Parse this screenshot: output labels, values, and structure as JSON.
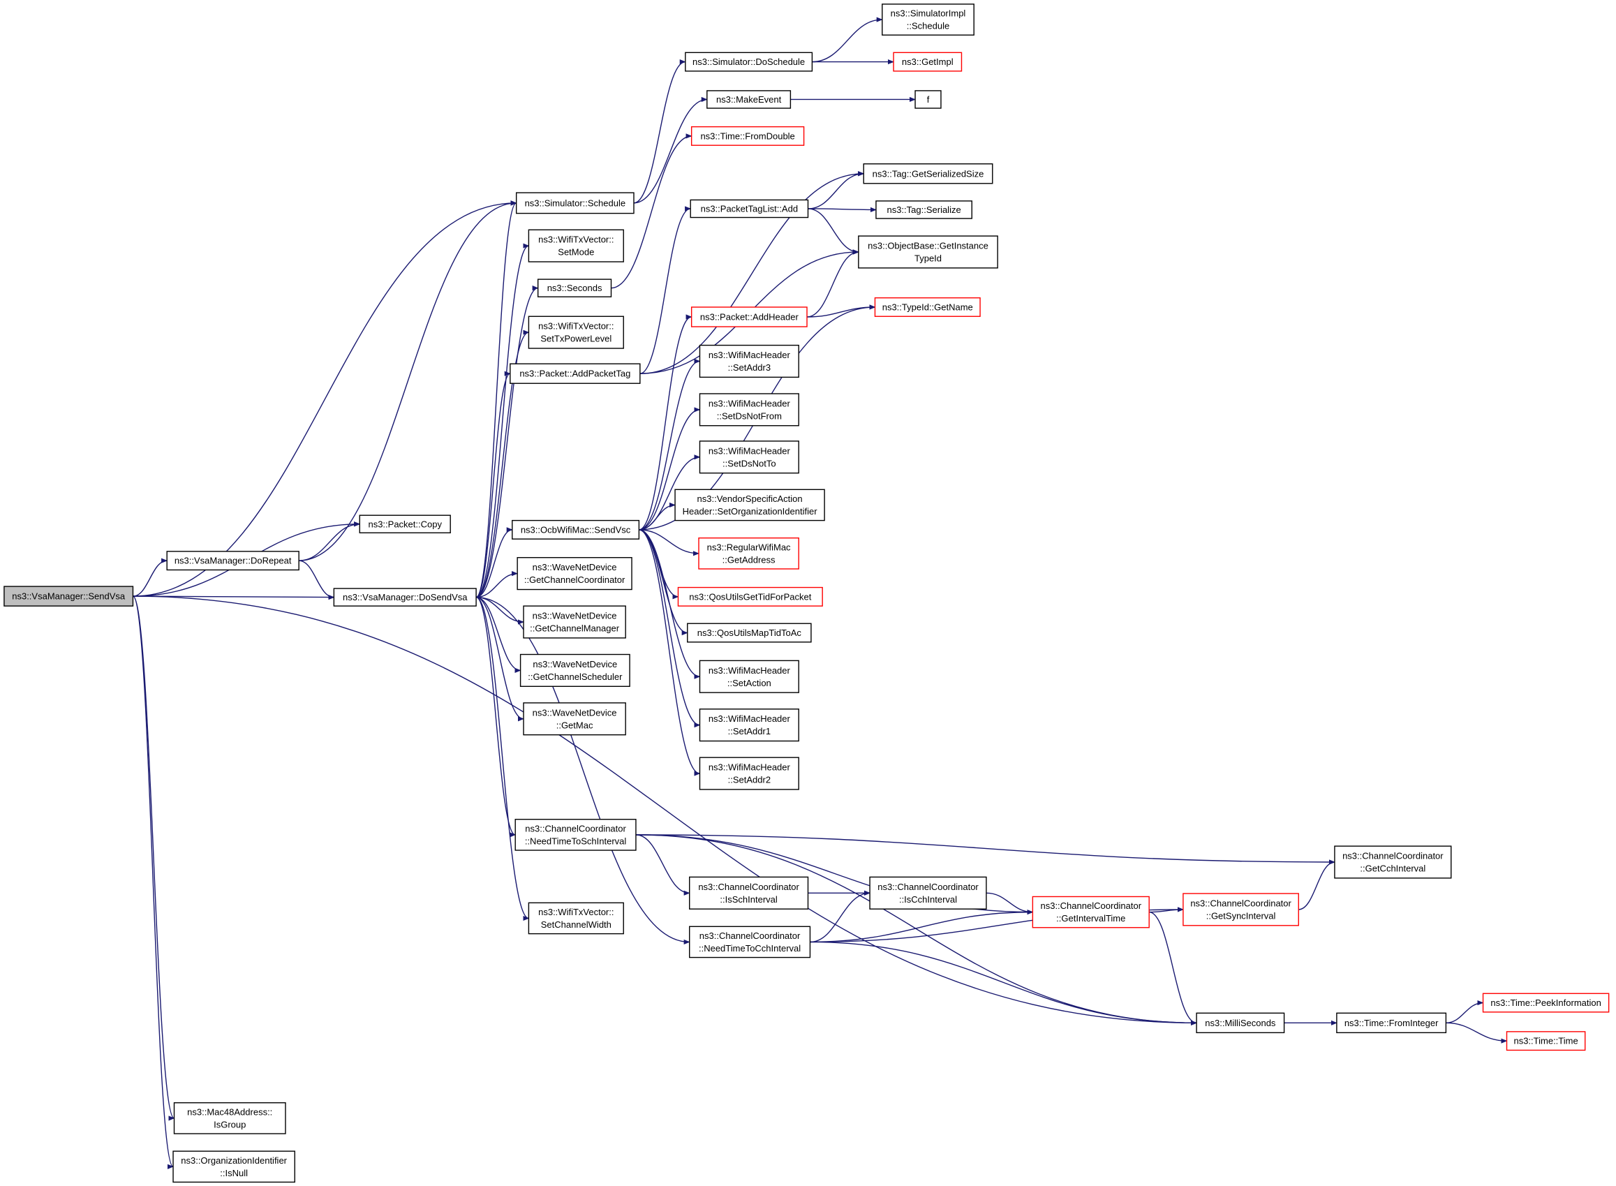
{
  "colors": {
    "edge": "#191970",
    "box_border": "#000000",
    "box_border_truncated": "#ff0000",
    "root_fill": "#bfbfbf",
    "box_fill": "#ffffff"
  },
  "nodes": {
    "sendvsa": {
      "lines": [
        "ns3::VsaManager::SendVsa"
      ],
      "root": true
    },
    "dorepeat": {
      "lines": [
        "ns3::VsaManager::DoRepeat"
      ]
    },
    "dosendvsa": {
      "lines": [
        "ns3::VsaManager::DoSendVsa"
      ]
    },
    "packet_copy": {
      "lines": [
        "ns3::Packet::Copy"
      ]
    },
    "mac48_isgroup": {
      "lines": [
        "ns3::Mac48Address::",
        "IsGroup"
      ]
    },
    "orgid_isnull": {
      "lines": [
        "ns3::OrganizationIdentifier",
        "::IsNull"
      ]
    },
    "sim_schedule": {
      "lines": [
        "ns3::Simulator::Schedule"
      ]
    },
    "wtx_setmode": {
      "lines": [
        "ns3::WifiTxVector::",
        "SetMode"
      ]
    },
    "seconds": {
      "lines": [
        "ns3::Seconds"
      ]
    },
    "wtx_settxpower": {
      "lines": [
        "ns3::WifiTxVector::",
        "SetTxPowerLevel"
      ]
    },
    "packet_addpackettag": {
      "lines": [
        "ns3::Packet::AddPacketTag"
      ]
    },
    "ocb_sendvsc": {
      "lines": [
        "ns3::OcbWifiMac::SendVsc"
      ]
    },
    "wnd_getchcoord": {
      "lines": [
        "ns3::WaveNetDevice",
        "::GetChannelCoordinator"
      ]
    },
    "wnd_getchmgr": {
      "lines": [
        "ns3::WaveNetDevice",
        "::GetChannelManager"
      ]
    },
    "wnd_getchsched": {
      "lines": [
        "ns3::WaveNetDevice",
        "::GetChannelScheduler"
      ]
    },
    "wnd_getmac": {
      "lines": [
        "ns3::WaveNetDevice",
        "::GetMac"
      ]
    },
    "cc_needtimetosch": {
      "lines": [
        "ns3::ChannelCoordinator",
        "::NeedTimeToSchInterval"
      ]
    },
    "wtx_setchwidth": {
      "lines": [
        "ns3::WifiTxVector::",
        "SetChannelWidth"
      ]
    },
    "sim_doschedule": {
      "lines": [
        "ns3::Simulator::DoSchedule"
      ]
    },
    "makeevent": {
      "lines": [
        "ns3::MakeEvent"
      ]
    },
    "time_fromdouble": {
      "lines": [
        "ns3::Time::FromDouble"
      ],
      "truncated": true
    },
    "ptl_add": {
      "lines": [
        "ns3::PacketTagList::Add"
      ]
    },
    "packet_addheader": {
      "lines": [
        "ns3::Packet::AddHeader"
      ],
      "truncated": true
    },
    "wmh_setaddr3": {
      "lines": [
        "ns3::WifiMacHeader",
        "::SetAddr3"
      ]
    },
    "wmh_setdsnotfrom": {
      "lines": [
        "ns3::WifiMacHeader",
        "::SetDsNotFrom"
      ]
    },
    "wmh_setdsnotto": {
      "lines": [
        "ns3::WifiMacHeader",
        "::SetDsNotTo"
      ]
    },
    "vsah_setorgid": {
      "lines": [
        "ns3::VendorSpecificAction",
        "Header::SetOrganizationIdentifier"
      ]
    },
    "rwm_getaddress": {
      "lines": [
        "ns3::RegularWifiMac",
        "::GetAddress"
      ],
      "truncated": true
    },
    "qos_gettid": {
      "lines": [
        "ns3::QosUtilsGetTidForPacket"
      ],
      "truncated": true
    },
    "qos_maptid": {
      "lines": [
        "ns3::QosUtilsMapTidToAc"
      ]
    },
    "wmh_setaction": {
      "lines": [
        "ns3::WifiMacHeader",
        "::SetAction"
      ]
    },
    "wmh_setaddr1": {
      "lines": [
        "ns3::WifiMacHeader",
        "::SetAddr1"
      ]
    },
    "wmh_setaddr2": {
      "lines": [
        "ns3::WifiMacHeader",
        "::SetAddr2"
      ]
    },
    "cc_isschinterval": {
      "lines": [
        "ns3::ChannelCoordinator",
        "::IsSchInterval"
      ]
    },
    "cc_needtimetocch": {
      "lines": [
        "ns3::ChannelCoordinator",
        "::NeedTimeToCchInterval"
      ]
    },
    "simimpl_schedule": {
      "lines": [
        "ns3::SimulatorImpl",
        "::Schedule"
      ]
    },
    "getimpl": {
      "lines": [
        "ns3::GetImpl"
      ],
      "truncated": true
    },
    "f": {
      "lines": [
        "f"
      ]
    },
    "tag_getserializedsize": {
      "lines": [
        "ns3::Tag::GetSerializedSize"
      ]
    },
    "tag_serialize": {
      "lines": [
        "ns3::Tag::Serialize"
      ]
    },
    "objbase_getinstancetypeid": {
      "lines": [
        "ns3::ObjectBase::GetInstance",
        "TypeId"
      ]
    },
    "typeid_getname": {
      "lines": [
        "ns3::TypeId::GetName"
      ],
      "truncated": true
    },
    "cc_iscchinterval": {
      "lines": [
        "ns3::ChannelCoordinator",
        "::IsCchInterval"
      ]
    },
    "cc_getintervaltime": {
      "lines": [
        "ns3::ChannelCoordinator",
        "::GetIntervalTime"
      ],
      "truncated": true
    },
    "cc_getsyncinterval": {
      "lines": [
        "ns3::ChannelCoordinator",
        "::GetSyncInterval"
      ],
      "truncated": true
    },
    "cc_getcchinterval": {
      "lines": [
        "ns3::ChannelCoordinator",
        "::GetCchInterval"
      ]
    },
    "milliseconds": {
      "lines": [
        "ns3::MilliSeconds"
      ]
    },
    "time_frominteger": {
      "lines": [
        "ns3::Time::FromInteger"
      ]
    },
    "time_peekinformation": {
      "lines": [
        "ns3::Time::PeekInformation"
      ],
      "truncated": true
    },
    "time_time": {
      "lines": [
        "ns3::Time::Time"
      ],
      "truncated": true
    }
  },
  "edges": [
    [
      "sendvsa",
      "sim_schedule"
    ],
    [
      "sendvsa",
      "packet_copy"
    ],
    [
      "sendvsa",
      "dorepeat"
    ],
    [
      "sendvsa",
      "dosendvsa"
    ],
    [
      "sendvsa",
      "milliseconds"
    ],
    [
      "sendvsa",
      "mac48_isgroup"
    ],
    [
      "sendvsa",
      "orgid_isnull"
    ],
    [
      "dorepeat",
      "packet_copy"
    ],
    [
      "dorepeat",
      "sim_schedule"
    ],
    [
      "dorepeat",
      "dosendvsa"
    ],
    [
      "dosendvsa",
      "sim_schedule"
    ],
    [
      "dosendvsa",
      "wtx_setmode"
    ],
    [
      "dosendvsa",
      "seconds"
    ],
    [
      "dosendvsa",
      "wtx_settxpower"
    ],
    [
      "dosendvsa",
      "packet_addpackettag"
    ],
    [
      "dosendvsa",
      "ocb_sendvsc"
    ],
    [
      "dosendvsa",
      "wnd_getchcoord"
    ],
    [
      "dosendvsa",
      "wnd_getchmgr"
    ],
    [
      "dosendvsa",
      "wnd_getchsched"
    ],
    [
      "dosendvsa",
      "wnd_getmac"
    ],
    [
      "dosendvsa",
      "cc_needtimetosch"
    ],
    [
      "dosendvsa",
      "wtx_setchwidth"
    ],
    [
      "dosendvsa",
      "cc_needtimetocch"
    ],
    [
      "sim_schedule",
      "sim_doschedule"
    ],
    [
      "sim_schedule",
      "makeevent"
    ],
    [
      "sim_doschedule",
      "simimpl_schedule"
    ],
    [
      "sim_doschedule",
      "getimpl"
    ],
    [
      "makeevent",
      "f"
    ],
    [
      "seconds",
      "time_fromdouble"
    ],
    [
      "packet_addpackettag",
      "ptl_add"
    ],
    [
      "packet_addpackettag",
      "tag_getserializedsize"
    ],
    [
      "packet_addpackettag",
      "objbase_getinstancetypeid"
    ],
    [
      "ptl_add",
      "tag_getserializedsize"
    ],
    [
      "ptl_add",
      "tag_serialize"
    ],
    [
      "ptl_add",
      "objbase_getinstancetypeid"
    ],
    [
      "packet_addheader",
      "objbase_getinstancetypeid"
    ],
    [
      "packet_addheader",
      "typeid_getname"
    ],
    [
      "ocb_sendvsc",
      "packet_addheader"
    ],
    [
      "ocb_sendvsc",
      "typeid_getname"
    ],
    [
      "ocb_sendvsc",
      "wmh_setaddr3"
    ],
    [
      "ocb_sendvsc",
      "wmh_setdsnotfrom"
    ],
    [
      "ocb_sendvsc",
      "wmh_setdsnotto"
    ],
    [
      "ocb_sendvsc",
      "vsah_setorgid"
    ],
    [
      "ocb_sendvsc",
      "rwm_getaddress"
    ],
    [
      "ocb_sendvsc",
      "qos_gettid"
    ],
    [
      "ocb_sendvsc",
      "qos_maptid"
    ],
    [
      "ocb_sendvsc",
      "wmh_setaction"
    ],
    [
      "ocb_sendvsc",
      "wmh_setaddr1"
    ],
    [
      "ocb_sendvsc",
      "wmh_setaddr2"
    ],
    [
      "cc_needtimetosch",
      "cc_getcchinterval"
    ],
    [
      "cc_needtimetosch",
      "cc_getintervaltime"
    ],
    [
      "cc_needtimetosch",
      "cc_isschinterval"
    ],
    [
      "cc_needtimetosch",
      "milliseconds"
    ],
    [
      "cc_isschinterval",
      "cc_iscchinterval"
    ],
    [
      "cc_needtimetocch",
      "cc_iscchinterval"
    ],
    [
      "cc_needtimetocch",
      "cc_getintervaltime"
    ],
    [
      "cc_needtimetocch",
      "cc_getsyncinterval"
    ],
    [
      "cc_needtimetocch",
      "milliseconds"
    ],
    [
      "cc_iscchinterval",
      "cc_getintervaltime"
    ],
    [
      "cc_getintervaltime",
      "cc_getsyncinterval"
    ],
    [
      "cc_getintervaltime",
      "milliseconds"
    ],
    [
      "cc_getsyncinterval",
      "cc_getcchinterval"
    ],
    [
      "milliseconds",
      "time_frominteger"
    ],
    [
      "time_frominteger",
      "time_peekinformation"
    ],
    [
      "time_frominteger",
      "time_time"
    ]
  ]
}
